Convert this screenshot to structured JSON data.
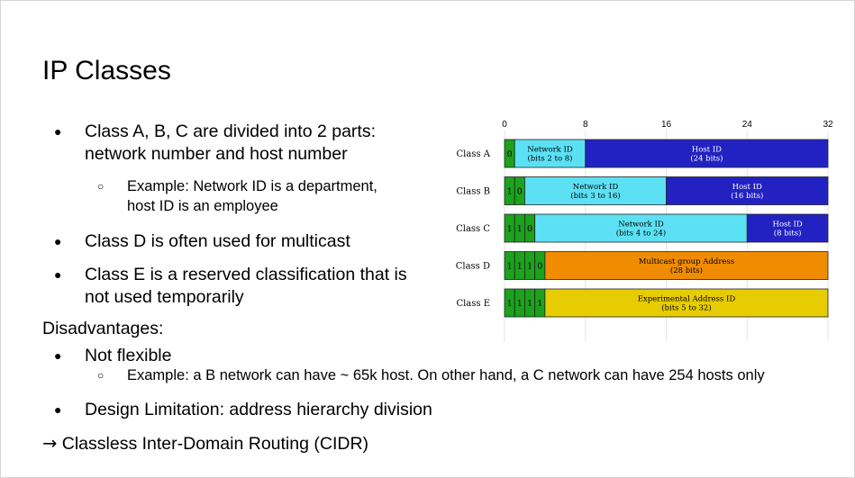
{
  "slide": {
    "title": "IP Classes",
    "points": [
      {
        "id": "p1",
        "level": 1,
        "lines": [
          "Class A, B, C are divided into 2 parts:",
          "network number and host number"
        ]
      },
      {
        "id": "p1a",
        "level": 2,
        "lines": [
          "Example: Network ID is a department,",
          "host ID is an employee"
        ]
      },
      {
        "id": "p2",
        "level": 1,
        "lines": [
          "Class D is often used for multicast"
        ]
      },
      {
        "id": "p3",
        "level": 1,
        "lines": [
          "Class E is a reserved classification that is",
          "not used temporarily"
        ]
      }
    ],
    "disadvantages_heading": "Disadvantages:",
    "disadvantages": [
      {
        "id": "d1",
        "level": 1,
        "lines": [
          "Not flexible"
        ]
      },
      {
        "id": "d1a",
        "level": 2,
        "lines": [
          "Example: a B network can have ~ 65k host. On other hand, a C network can have 254 hosts only"
        ]
      },
      {
        "id": "d2",
        "level": 1,
        "lines": [
          "Design Limitation: address hierarchy division"
        ]
      }
    ],
    "conclusion": {
      "arrow": "→",
      "text": "Classless Inter-Domain Routing (CIDR)"
    }
  },
  "diagram": {
    "ticks": [
      {
        "bit": 0,
        "label": "0"
      },
      {
        "bit": 8,
        "label": "8"
      },
      {
        "bit": 16,
        "label": "16"
      },
      {
        "bit": 24,
        "label": "24"
      },
      {
        "bit": 32,
        "label": "32"
      }
    ],
    "colors": {
      "prefix": "#1ca21c",
      "network": "#5ce1f4",
      "host": "#2222c2",
      "multicast": "#f08c00",
      "experimental": "#e6cc00",
      "grid": "#e4e4e4"
    },
    "rows": [
      {
        "label": "Class A",
        "prefix_bits": [
          "0"
        ],
        "segments": [
          {
            "kind": "network",
            "start": 1,
            "end": 8,
            "lines": [
              "Network ID",
              "(bits 2 to 8)"
            ]
          },
          {
            "kind": "host",
            "start": 8,
            "end": 32,
            "lines": [
              "Host ID",
              "(24 bits)"
            ]
          }
        ]
      },
      {
        "label": "Class B",
        "prefix_bits": [
          "1",
          "0"
        ],
        "segments": [
          {
            "kind": "network",
            "start": 2,
            "end": 16,
            "lines": [
              "Network ID",
              "(bits 3 to 16)"
            ]
          },
          {
            "kind": "host",
            "start": 16,
            "end": 32,
            "lines": [
              "Host ID",
              "(16 bits)"
            ]
          }
        ]
      },
      {
        "label": "Class C",
        "prefix_bits": [
          "1",
          "1",
          "0"
        ],
        "segments": [
          {
            "kind": "network",
            "start": 3,
            "end": 24,
            "lines": [
              "Network ID",
              "(bits 4 to 24)"
            ]
          },
          {
            "kind": "host",
            "start": 24,
            "end": 32,
            "lines": [
              "Host ID",
              "(8 bits)"
            ]
          }
        ]
      },
      {
        "label": "Class D",
        "prefix_bits": [
          "1",
          "1",
          "1",
          "0"
        ],
        "segments": [
          {
            "kind": "multicast",
            "start": 4,
            "end": 32,
            "lines": [
              "Multicast group Address",
              "(28 bits)"
            ]
          }
        ]
      },
      {
        "label": "Class E",
        "prefix_bits": [
          "1",
          "1",
          "1",
          "1"
        ],
        "segments": [
          {
            "kind": "experimental",
            "start": 4,
            "end": 32,
            "lines": [
              "Experimental Address ID",
              "(bits 5 to 32)"
            ]
          }
        ]
      }
    ]
  }
}
